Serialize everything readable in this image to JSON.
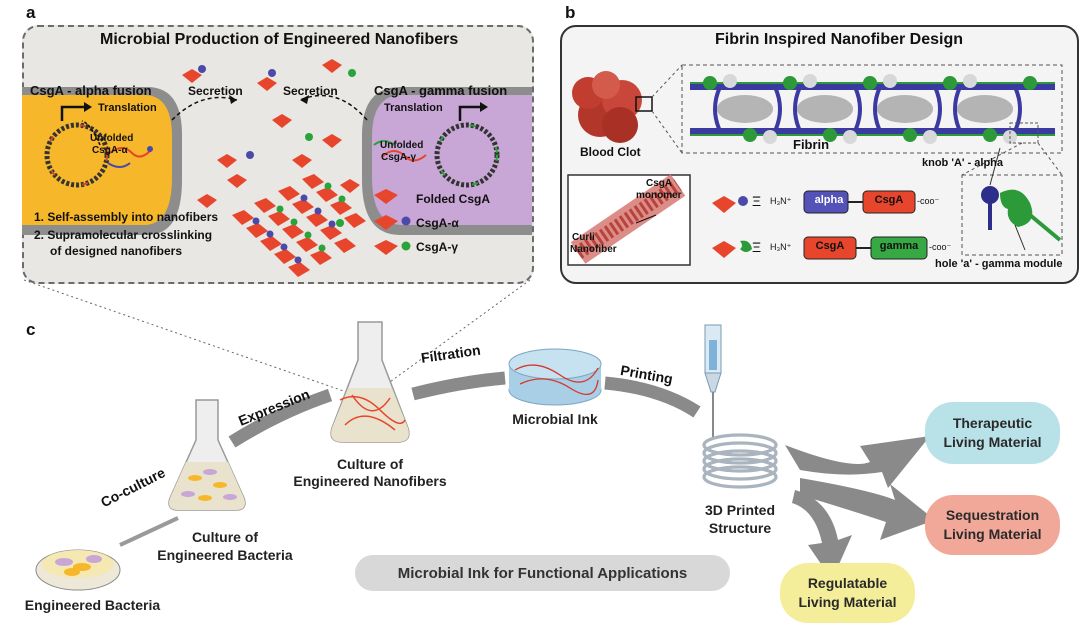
{
  "panels": {
    "a": "a",
    "b": "b",
    "c": "c"
  },
  "panel_a": {
    "title": "Microbial Production of Engineered Nanofibers",
    "alpha_fusion": "CsgA - alpha fusion",
    "gamma_fusion": "CsgA - gamma fusion",
    "translation_left": "Translation",
    "translation_right": "Translation",
    "unfolded_alpha_1": "Unfolded",
    "unfolded_alpha_2": "CsgA-α",
    "unfolded_gamma_1": "Unfolded",
    "unfolded_gamma_2": "CsgA-γ",
    "secretion_left": "Secretion",
    "secretion_right": "Secretion",
    "step1": "1.  Self-assembly into nanofibers",
    "step2": "2.  Supramolecular crosslinking",
    "step2b": "of designed nanofibers",
    "legend_folded": "Folded CsgA",
    "legend_alpha": "CsgA-α",
    "legend_gamma": "CsgA-γ"
  },
  "panel_b": {
    "title": "Fibrin Inspired Nanofiber Design",
    "blood_clot": "Blood Clot",
    "fibrin": "Fibrin",
    "knob": "knob 'A' - alpha",
    "hole": "hole 'a' - gamma module",
    "csga_monomer_1": "CsgA",
    "csga_monomer_2": "monomer",
    "curli_1": "Curli",
    "curli_2": "Nanofiber",
    "equiv": "Ξ",
    "h3n": "H₃N⁺",
    "coo": "-coo⁻",
    "alpha_box": "alpha",
    "csga_box": "CsgA",
    "gamma_box": "gamma"
  },
  "panel_c": {
    "coculture": "Co-culture",
    "expression": "Expression",
    "filtration": "Filtration",
    "printing": "Printing",
    "engineered_bacteria": "Engineered Bacteria",
    "culture_bacteria_1": "Culture of",
    "culture_bacteria_2": "Engineered Bacteria",
    "culture_nanofibers_1": "Culture of",
    "culture_nanofibers_2": "Engineered Nanofibers",
    "microbial_ink": "Microbial Ink",
    "printed_1": "3D Printed",
    "printed_2": "Structure",
    "banner": "Microbial Ink for Functional Applications",
    "therapeutic_1": "Therapeutic",
    "therapeutic_2": "Living Material",
    "sequestration_1": "Sequestration",
    "sequestration_2": "Living Material",
    "regulatable_1": "Regulatable",
    "regulatable_2": "Living Material"
  },
  "colors": {
    "therapeutic": "#b9e1e8",
    "sequestration": "#f2a898",
    "regulatable": "#f4ee9a",
    "csga_red": "#e8462c",
    "alpha_blue": "#4a4aa8",
    "gamma_green": "#29a33a",
    "cell_yellow": "#f6b82a",
    "cell_purple": "#c8a6d6",
    "arrow_gray": "#8a8a8a"
  }
}
